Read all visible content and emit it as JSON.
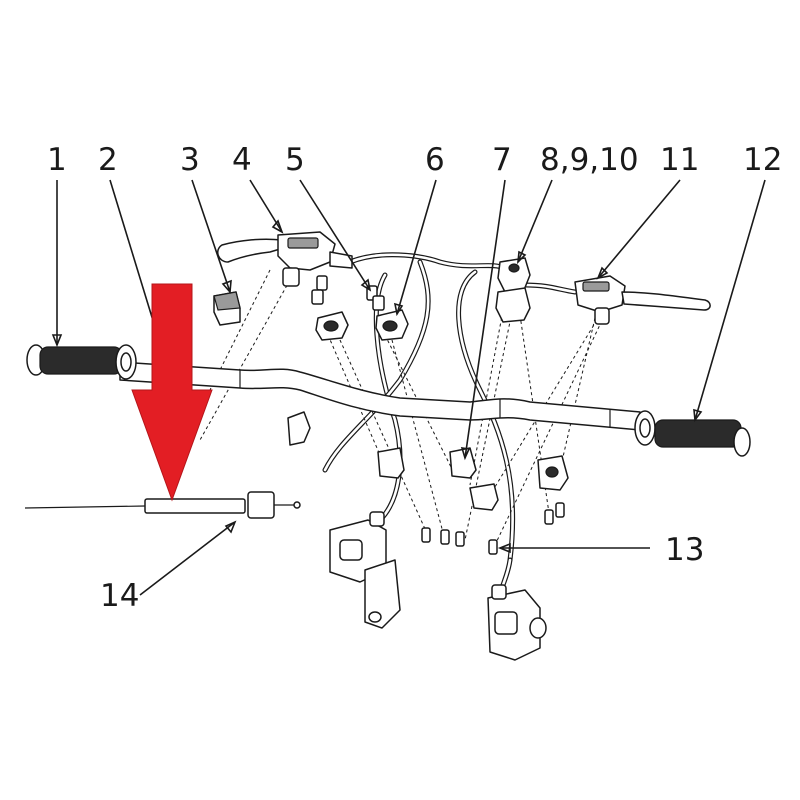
{
  "callouts": {
    "c1": "1",
    "c2": "2",
    "c3": "3",
    "c4": "4",
    "c5": "5",
    "c6": "6",
    "c7": "7",
    "c8": "8,9,10",
    "c11": "11",
    "c12": "12",
    "c13": "13",
    "c14": "14"
  },
  "highlight": {
    "arrow_color": "#e31e24",
    "arrow_target": "14"
  }
}
